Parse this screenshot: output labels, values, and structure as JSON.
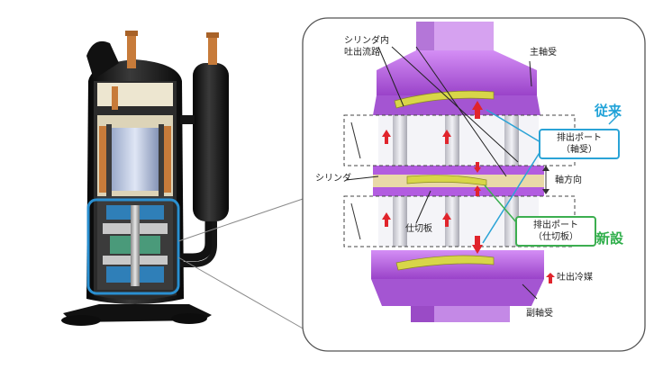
{
  "labels": {
    "cylinder_inner_discharge": [
      "シリンダ内",
      "吐出流路"
    ],
    "main_bearing": "主軸受",
    "cylinder": "シリンダ",
    "axial_direction": "軸方向",
    "partition_plate": "仕切板",
    "sub_bearing": "副軸受",
    "discharge_refrigerant": "吐出冷媒"
  },
  "callouts": {
    "conventional": {
      "tag": "従来",
      "lines": [
        "排出ポート",
        "（軸受）"
      ],
      "color": "#2aa3d6"
    },
    "new": {
      "tag": "新設",
      "lines": [
        "排出ポート",
        "（仕切板）"
      ],
      "color": "#3cae50"
    }
  },
  "colors": {
    "purple": "#b25ce0",
    "purple_dark": "#7a2fa3",
    "compressor_black": "#1a1a1a",
    "copper": "#c77b3a",
    "arrow_red": "#e0242c",
    "highlight_blue": "#2a8fd0",
    "panel_border": "#555555"
  }
}
